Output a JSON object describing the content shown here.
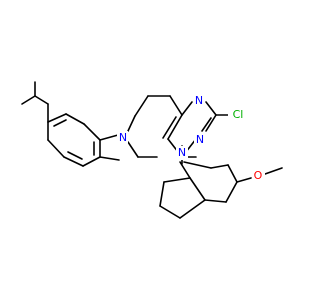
{
  "colors": {
    "bond": "#000000",
    "nitrogen": "#0000ff",
    "oxygen": "#ff0000",
    "chlorine": "#00b000"
  },
  "atoms": {
    "n_ring_top": "N",
    "n_ring_bottom": "N",
    "n_piperidine": "N",
    "n_bridge": "N",
    "chloro": "Cl",
    "methoxy_o": "O"
  }
}
